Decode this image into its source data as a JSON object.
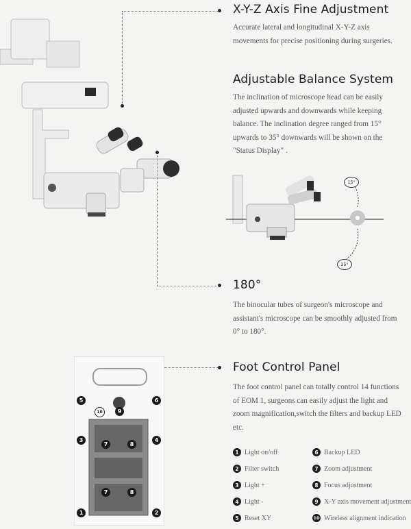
{
  "sections": {
    "xyz": {
      "title": "X-Y-Z Axis Fine Adjustment",
      "body": "Accurate lateral and longitudinal X-Y-Z axis movements for precise positioning during surgeries."
    },
    "balance": {
      "title": "Adjustable Balance System",
      "body": "The inclination of microscope head can be easily adjusted upwards and downwards while keeping balance. The inclination degree ranged from 15° upwards to 35° downwards will be shown on the \"Status Display\" .",
      "angle_up": "15°",
      "angle_down": "35°"
    },
    "rotation": {
      "title": "180°",
      "body": "The binocular tubes of surgeon's microscope and assistant's microscope can be smoothly adjusted from 0° to 180°."
    },
    "foot": {
      "title": "Foot Control Panel",
      "body": "The foot control panel can totally control 14 functions of EOM 1, surgeons can easily adjust the light and zoom magnification,switch the filters and backup LED etc."
    }
  },
  "legend": {
    "left": [
      {
        "num": "1",
        "label": "Light on/off"
      },
      {
        "num": "2",
        "label": "Filter switch"
      },
      {
        "num": "3",
        "label": "Light +"
      },
      {
        "num": "4",
        "label": "Light -"
      },
      {
        "num": "5",
        "label": "Reset XY"
      }
    ],
    "right": [
      {
        "num": "6",
        "label": "Backup LED"
      },
      {
        "num": "7",
        "label": "Zoom adjustment"
      },
      {
        "num": "8",
        "label": "Focus adjustment"
      },
      {
        "num": "9",
        "label": "X-Y axis movement adjustment"
      },
      {
        "num": "10",
        "label": "Wireless alignment indication"
      }
    ]
  },
  "panel_badges": {
    "b5": "5",
    "b6": "6",
    "b10": "10",
    "b9": "9",
    "b7a": "7",
    "b8a": "8",
    "b7b": "7",
    "b8b": "8",
    "b3": "3",
    "b4": "4",
    "b1": "1",
    "b2": "2"
  }
}
